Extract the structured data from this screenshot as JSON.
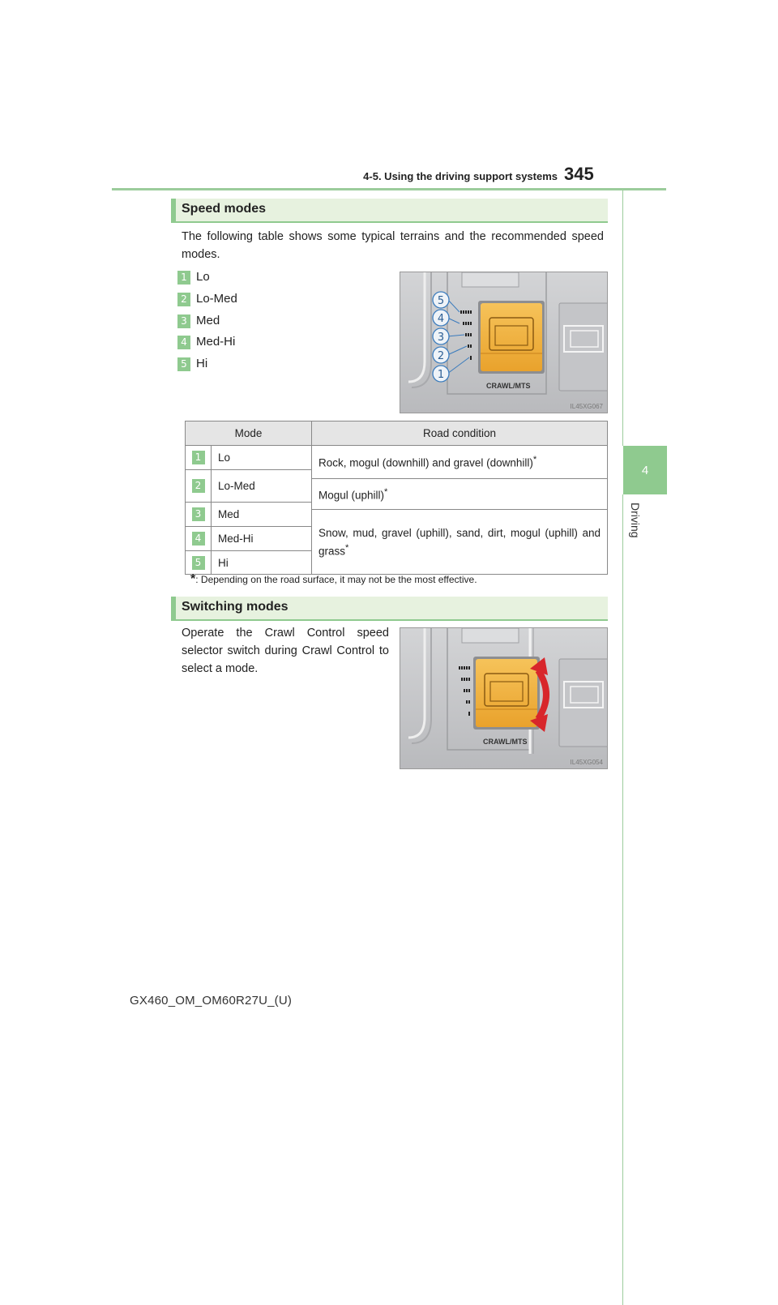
{
  "header": {
    "section_title": "4-5. Using the driving support systems",
    "page_number": "345"
  },
  "side_tab": {
    "number": "4",
    "label": "Driving"
  },
  "speed_modes": {
    "title": "Speed modes",
    "intro": "The following table shows some typical terrains and the recommended speed modes.",
    "items": [
      {
        "num": "1",
        "label": "Lo"
      },
      {
        "num": "2",
        "label": "Lo-Med"
      },
      {
        "num": "3",
        "label": "Med"
      },
      {
        "num": "4",
        "label": "Med-Hi"
      },
      {
        "num": "5",
        "label": "Hi"
      }
    ],
    "image": {
      "switch_label": "CRAWL/MTS",
      "code": "IL45XG067",
      "callouts": [
        "5",
        "4",
        "3",
        "2",
        "1"
      ]
    }
  },
  "table": {
    "headers": [
      "Mode",
      "Road condition"
    ],
    "rows": [
      {
        "num": "1",
        "mode": "Lo"
      },
      {
        "num": "2",
        "mode": "Lo-Med"
      },
      {
        "num": "3",
        "mode": "Med"
      },
      {
        "num": "4",
        "mode": "Med-Hi"
      },
      {
        "num": "5",
        "mode": "Hi"
      }
    ],
    "conditions": {
      "c1": "Rock, mogul (downhill) and gravel (downhill)",
      "c2": "Mogul (uphill)",
      "c3": "Snow, mud, gravel (uphill), sand, dirt, mogul (uphill) and grass"
    },
    "asterisk": "*"
  },
  "footnote": {
    "mark": "*",
    "text": ": Depending on the road surface, it may not be the most effective."
  },
  "switching_modes": {
    "title": "Switching modes",
    "text": "Operate the Crawl Control speed selector switch during Crawl Control to select a mode.",
    "image": {
      "switch_label": "CRAWL/MTS",
      "code": "IL45XG054"
    }
  },
  "footer": {
    "doc_code": "GX460_OM_OM60R27U_(U)"
  },
  "colors": {
    "accent_green": "#8fca8f",
    "section_bg": "#e7f2df",
    "switch_orange": "#f3b240",
    "arrow_red": "#d8262b"
  }
}
